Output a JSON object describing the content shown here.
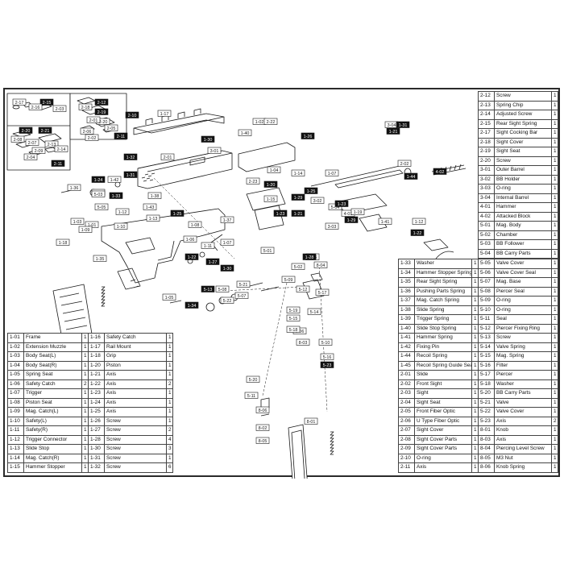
{
  "callouts": [
    {
      "code": "2-17",
      "style": "box"
    },
    {
      "code": "2-15",
      "style": "filled"
    },
    {
      "code": "2-16",
      "style": "box"
    },
    {
      "code": "2-03",
      "style": "box"
    },
    {
      "code": "2-20",
      "style": "filled"
    },
    {
      "code": "2-21",
      "style": "filled"
    },
    {
      "code": "2-08",
      "style": "box"
    },
    {
      "code": "2-07",
      "style": "box"
    },
    {
      "code": "2-09",
      "style": "box"
    },
    {
      "code": "2-13",
      "style": "box"
    },
    {
      "code": "2-14",
      "style": "box"
    },
    {
      "code": "2-04",
      "style": "box"
    },
    {
      "code": "2-11",
      "style": "filled"
    },
    {
      "code": "2-12",
      "style": "filled"
    },
    {
      "code": "2-19",
      "style": "filled"
    },
    {
      "code": "2-18",
      "style": "box"
    },
    {
      "code": "2-20",
      "style": "box"
    },
    {
      "code": "2-05",
      "style": "box"
    },
    {
      "code": "2-10",
      "style": "filled"
    },
    {
      "code": "2-01",
      "style": "box"
    },
    {
      "code": "2-06",
      "style": "box"
    },
    {
      "code": "2-02",
      "style": "box"
    },
    {
      "code": "2-11",
      "style": "filled"
    },
    {
      "code": "1-17",
      "style": "box"
    },
    {
      "code": "1-32",
      "style": "filled"
    },
    {
      "code": "2-01",
      "style": "box"
    },
    {
      "code": "1-31",
      "style": "filled"
    },
    {
      "code": "1-30",
      "style": "filled"
    },
    {
      "code": "1-24",
      "style": "filled"
    },
    {
      "code": "1-36",
      "style": "box"
    },
    {
      "code": "1-39",
      "style": "box"
    },
    {
      "code": "1-42",
      "style": "box"
    },
    {
      "code": "1-43",
      "style": "box"
    },
    {
      "code": "1-33",
      "style": "filled"
    },
    {
      "code": "1-38",
      "style": "box"
    },
    {
      "code": "1-12",
      "style": "box"
    },
    {
      "code": "1-13",
      "style": "box"
    },
    {
      "code": "1-25",
      "style": "filled"
    },
    {
      "code": "1-03",
      "style": "box"
    },
    {
      "code": "1-01",
      "style": "box"
    },
    {
      "code": "1-09",
      "style": "box"
    },
    {
      "code": "1-10",
      "style": "box"
    },
    {
      "code": "1-08",
      "style": "box"
    },
    {
      "code": "1-06",
      "style": "box"
    },
    {
      "code": "1-07",
      "style": "box"
    },
    {
      "code": "1-11",
      "style": "box"
    },
    {
      "code": "1-22",
      "style": "filled"
    },
    {
      "code": "1-27",
      "style": "filled"
    },
    {
      "code": "1-30",
      "style": "filled"
    },
    {
      "code": "1-18",
      "style": "box"
    },
    {
      "code": "1-35",
      "style": "box"
    },
    {
      "code": "1-05",
      "style": "box"
    },
    {
      "code": "1-34",
      "style": "filled"
    },
    {
      "code": "5-13",
      "style": "filled"
    },
    {
      "code": "5-08",
      "style": "box"
    },
    {
      "code": "5-22",
      "style": "box"
    },
    {
      "code": "5-21",
      "style": "box"
    },
    {
      "code": "5-07",
      "style": "box"
    },
    {
      "code": "5-06",
      "style": "box"
    },
    {
      "code": "5-01",
      "style": "box"
    },
    {
      "code": "1-40",
      "style": "box"
    },
    {
      "code": "1-02",
      "style": "box"
    },
    {
      "code": "2-22",
      "style": "box"
    },
    {
      "code": "2-23",
      "style": "box"
    },
    {
      "code": "1-04",
      "style": "box"
    },
    {
      "code": "1-26",
      "style": "filled"
    },
    {
      "code": "1-20",
      "style": "filled"
    },
    {
      "code": "1-29",
      "style": "filled"
    },
    {
      "code": "1-15",
      "style": "box"
    },
    {
      "code": "1-21",
      "style": "filled"
    },
    {
      "code": "1-23",
      "style": "filled"
    },
    {
      "code": "1-14",
      "style": "box"
    },
    {
      "code": "1-25",
      "style": "filled"
    },
    {
      "code": "3-02",
      "style": "box"
    },
    {
      "code": "1-07",
      "style": "box"
    },
    {
      "code": "5-04",
      "style": "box"
    },
    {
      "code": "1-23",
      "style": "filled"
    },
    {
      "code": "4-01",
      "style": "box"
    },
    {
      "code": "4-02",
      "style": "filled"
    },
    {
      "code": "1-44",
      "style": "filled"
    },
    {
      "code": "3-03",
      "style": "box"
    },
    {
      "code": "1-19",
      "style": "box"
    },
    {
      "code": "1-41",
      "style": "box"
    },
    {
      "code": "1-12",
      "style": "box"
    },
    {
      "code": "1-22",
      "style": "filled"
    },
    {
      "code": "1-29",
      "style": "filled"
    },
    {
      "code": "1-16",
      "style": "box"
    },
    {
      "code": "5-02",
      "style": "box"
    },
    {
      "code": "1-28",
      "style": "filled"
    },
    {
      "code": "5-09",
      "style": "box"
    },
    {
      "code": "5-12",
      "style": "box"
    },
    {
      "code": "5-19",
      "style": "box"
    },
    {
      "code": "5-14",
      "style": "box"
    },
    {
      "code": "5-15",
      "style": "box"
    },
    {
      "code": "5-18",
      "style": "box"
    },
    {
      "code": "5-17",
      "style": "box"
    },
    {
      "code": "5-10",
      "style": "box"
    },
    {
      "code": "5-16",
      "style": "box"
    },
    {
      "code": "5-23",
      "style": "filled"
    },
    {
      "code": "5-11",
      "style": "box"
    },
    {
      "code": "5-20",
      "style": "box"
    },
    {
      "code": "8-06",
      "style": "box"
    },
    {
      "code": "8-02",
      "style": "box"
    },
    {
      "code": "8-05",
      "style": "box"
    },
    {
      "code": "8-01",
      "style": "box"
    },
    {
      "code": "8-03",
      "style": "box"
    },
    {
      "code": "8-04",
      "style": "box"
    },
    {
      "code": "5-03",
      "style": "box"
    },
    {
      "code": "5-05",
      "style": "box"
    },
    {
      "code": "1-37",
      "style": "box"
    },
    {
      "code": "1-21",
      "style": "filled"
    },
    {
      "code": "2-02",
      "style": "box"
    },
    {
      "code": "3-01",
      "style": "box"
    },
    {
      "code": "3-04",
      "style": "box"
    },
    {
      "code": "1-31",
      "style": "filled"
    }
  ],
  "parts_left": [
    {
      "a": {
        "code": "1-01",
        "name": "Frame",
        "qty": "1"
      },
      "b": {
        "code": "1-16",
        "name": "Safety Catch",
        "qty": "1"
      }
    },
    {
      "a": {
        "code": "1-02",
        "name": "Extension Muzzle",
        "qty": "1"
      },
      "b": {
        "code": "1-17",
        "name": "Rail Mount",
        "qty": "1"
      }
    },
    {
      "a": {
        "code": "1-03",
        "name": "Body Seat(L)",
        "qty": "1"
      },
      "b": {
        "code": "1-18",
        "name": "Grip",
        "qty": "1"
      }
    },
    {
      "a": {
        "code": "1-04",
        "name": "Body Seat(R)",
        "qty": "1"
      },
      "b": {
        "code": "1-20",
        "name": "Piston",
        "qty": "1"
      }
    },
    {
      "a": {
        "code": "1-05",
        "name": "Spring Seat",
        "qty": "1"
      },
      "b": {
        "code": "1-21",
        "name": "Axis",
        "qty": "1"
      }
    },
    {
      "a": {
        "code": "1-06",
        "name": "Safety Catch",
        "qty": "2"
      },
      "b": {
        "code": "1-22",
        "name": "Axis",
        "qty": "2"
      }
    },
    {
      "a": {
        "code": "1-07",
        "name": "Trigger",
        "qty": "1"
      },
      "b": {
        "code": "1-23",
        "name": "Axis",
        "qty": "1"
      }
    },
    {
      "a": {
        "code": "1-08",
        "name": "Piston Seat",
        "qty": "1"
      },
      "b": {
        "code": "1-24",
        "name": "Axis",
        "qty": "1"
      }
    },
    {
      "a": {
        "code": "1-09",
        "name": "Mag. Catch(L)",
        "qty": "1"
      },
      "b": {
        "code": "1-25",
        "name": "Axis",
        "qty": "1"
      }
    },
    {
      "a": {
        "code": "1-10",
        "name": "Safety(L)",
        "qty": "1"
      },
      "b": {
        "code": "1-26",
        "name": "Screw",
        "qty": "1"
      }
    },
    {
      "a": {
        "code": "1-11",
        "name": "Safety(R)",
        "qty": "1"
      },
      "b": {
        "code": "1-27",
        "name": "Screw",
        "qty": "2"
      }
    },
    {
      "a": {
        "code": "1-12",
        "name": "Trigger Connector",
        "qty": "1"
      },
      "b": {
        "code": "1-28",
        "name": "Screw",
        "qty": "4"
      }
    },
    {
      "a": {
        "code": "1-13",
        "name": "Slide Stop",
        "qty": "1"
      },
      "b": {
        "code": "1-30",
        "name": "Screw",
        "qty": "3"
      }
    },
    {
      "a": {
        "code": "1-14",
        "name": "Mag. Catch(R)",
        "qty": "1"
      },
      "b": {
        "code": "1-31",
        "name": "Screw",
        "qty": "1"
      }
    },
    {
      "a": {
        "code": "1-15",
        "name": "Hammer Stopper",
        "qty": "1"
      },
      "b": {
        "code": "1-32",
        "name": "Screw",
        "qty": "6"
      }
    }
  ],
  "parts_right_top": [
    {
      "code": "2-12",
      "name": "Screw",
      "qty": "1"
    },
    {
      "code": "2-13",
      "name": "Spring Chip",
      "qty": "1"
    },
    {
      "code": "2-14",
      "name": "Adjusted Screw",
      "qty": "1"
    },
    {
      "code": "2-15",
      "name": "Rear Sight Spring",
      "qty": "1"
    },
    {
      "code": "2-17",
      "name": "Sight Cocking Bar",
      "qty": "1"
    },
    {
      "code": "2-18",
      "name": "Sight Cover",
      "qty": "1"
    },
    {
      "code": "2-19",
      "name": "Sight Seat",
      "qty": "1"
    },
    {
      "code": "2-20",
      "name": "Screw",
      "qty": "1"
    },
    {
      "code": "3-01",
      "name": "Outer Barrel",
      "qty": "1"
    },
    {
      "code": "3-02",
      "name": "BB Holder",
      "qty": "1"
    },
    {
      "code": "3-03",
      "name": "O-ring",
      "qty": "1"
    },
    {
      "code": "3-04",
      "name": "Internal Barrel",
      "qty": "1"
    },
    {
      "code": "4-01",
      "name": "Hammer",
      "qty": "1"
    },
    {
      "code": "4-02",
      "name": "Attacked Block",
      "qty": "1"
    },
    {
      "code": "5-01",
      "name": "Mag. Body",
      "qty": "1"
    },
    {
      "code": "5-02",
      "name": "Chamber",
      "qty": "1"
    },
    {
      "code": "5-03",
      "name": "BB Follower",
      "qty": "1"
    },
    {
      "code": "5-04",
      "name": "BB Carry Parts",
      "qty": "1"
    }
  ],
  "parts_right_bottom": [
    {
      "a": {
        "code": "1-33",
        "name": "Washer",
        "qty": "1"
      },
      "b": {
        "code": "5-05",
        "name": "Valve Cover",
        "qty": "1"
      }
    },
    {
      "a": {
        "code": "1-34",
        "name": "Hammer Stopper Spring",
        "qty": "1"
      },
      "b": {
        "code": "5-06",
        "name": "Valve Cover Seal",
        "qty": "1"
      }
    },
    {
      "a": {
        "code": "1-35",
        "name": "Rear Sight Spring",
        "qty": "1"
      },
      "b": {
        "code": "5-07",
        "name": "Mag. Base",
        "qty": "1"
      }
    },
    {
      "a": {
        "code": "1-36",
        "name": "Pushing Parts Spring",
        "qty": "1"
      },
      "b": {
        "code": "5-08",
        "name": "Piercer Seal",
        "qty": "1"
      }
    },
    {
      "a": {
        "code": "1-37",
        "name": "Mag. Catch Spring",
        "qty": "1"
      },
      "b": {
        "code": "5-09",
        "name": "O-ring",
        "qty": "1"
      }
    },
    {
      "a": {
        "code": "1-38",
        "name": "Slide Spring",
        "qty": "1"
      },
      "b": {
        "code": "5-10",
        "name": "O-ring",
        "qty": "1"
      }
    },
    {
      "a": {
        "code": "1-39",
        "name": "Trigger Spring",
        "qty": "1"
      },
      "b": {
        "code": "5-11",
        "name": "Seal",
        "qty": "1"
      }
    },
    {
      "a": {
        "code": "1-40",
        "name": "Slide Stop Spring",
        "qty": "1"
      },
      "b": {
        "code": "5-12",
        "name": "Piercer Fixing Ring",
        "qty": "1"
      }
    },
    {
      "a": {
        "code": "1-41",
        "name": "Hammer Spring",
        "qty": "1"
      },
      "b": {
        "code": "5-13",
        "name": "Screw",
        "qty": "1"
      }
    },
    {
      "a": {
        "code": "1-42",
        "name": "Fixing Pin",
        "qty": "1"
      },
      "b": {
        "code": "5-14",
        "name": "Valve Spring",
        "qty": "1"
      }
    },
    {
      "a": {
        "code": "1-44",
        "name": "Recoil Spring",
        "qty": "1"
      },
      "b": {
        "code": "5-15",
        "name": "Mag. Spring",
        "qty": "1"
      }
    },
    {
      "a": {
        "code": "1-45",
        "name": "Recoil Spring Guide Seal",
        "qty": "1"
      },
      "b": {
        "code": "5-16",
        "name": "Filter",
        "qty": "1"
      }
    },
    {
      "a": {
        "code": "2-01",
        "name": "Slide",
        "qty": "1"
      },
      "b": {
        "code": "5-17",
        "name": "Piercer",
        "qty": "1"
      }
    },
    {
      "a": {
        "code": "2-02",
        "name": "Front Sight",
        "qty": "1"
      },
      "b": {
        "code": "5-18",
        "name": "Washer",
        "qty": "1"
      }
    },
    {
      "a": {
        "code": "2-03",
        "name": "Sight",
        "qty": "1"
      },
      "b": {
        "code": "5-20",
        "name": "BB Carry Parts",
        "qty": "1"
      }
    },
    {
      "a": {
        "code": "2-04",
        "name": "Sight Seat",
        "qty": "1"
      },
      "b": {
        "code": "5-21",
        "name": "Valve",
        "qty": "1"
      }
    },
    {
      "a": {
        "code": "2-05",
        "name": "Front Fiber Optic",
        "qty": "1"
      },
      "b": {
        "code": "5-22",
        "name": "Valve Cover",
        "qty": "1"
      }
    },
    {
      "a": {
        "code": "2-06",
        "name": "U Type Fiber Optic",
        "qty": "1"
      },
      "b": {
        "code": "5-23",
        "name": "Axis",
        "qty": "2"
      }
    },
    {
      "a": {
        "code": "2-07",
        "name": "Sight Cover",
        "qty": "1"
      },
      "b": {
        "code": "8-01",
        "name": "Knob",
        "qty": "1"
      }
    },
    {
      "a": {
        "code": "2-08",
        "name": "Sight Cover Parts",
        "qty": "1"
      },
      "b": {
        "code": "8-03",
        "name": "Axis",
        "qty": "1"
      }
    },
    {
      "a": {
        "code": "2-09",
        "name": "Sight Cover Parts",
        "qty": "1"
      },
      "b": {
        "code": "8-04",
        "name": "Piercing Level Screw",
        "qty": "1"
      }
    },
    {
      "a": {
        "code": "2-10",
        "name": "O-ring",
        "qty": "1"
      },
      "b": {
        "code": "8-05",
        "name": "M3 Nut",
        "qty": "1"
      }
    },
    {
      "a": {
        "code": "2-11",
        "name": "Axis",
        "qty": "1"
      },
      "b": {
        "code": "8-06",
        "name": "Knob Spring",
        "qty": "1"
      }
    }
  ],
  "colors": {
    "ink": "#1a1a1a",
    "frame": "#2a2a2a",
    "filled_label": "#111111",
    "label_text_on_dark": "#ffffff"
  }
}
